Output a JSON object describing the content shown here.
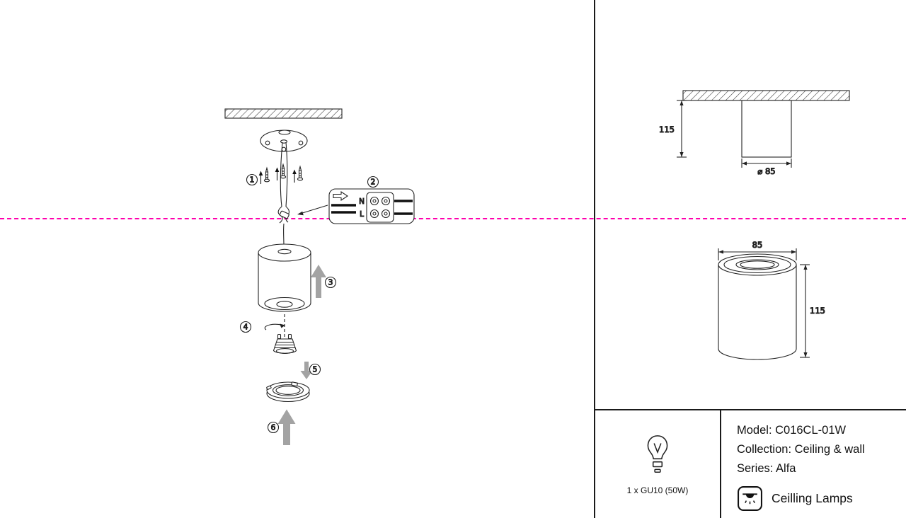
{
  "colors": {
    "cut_line": "#ff00ae"
  },
  "assembly": {
    "steps": {
      "s1": "1",
      "s2": "2",
      "s3": "3",
      "s4": "4",
      "s5": "5",
      "s6": "6"
    },
    "terminal": {
      "n": "N",
      "l": "L"
    }
  },
  "dimensions": {
    "side_view": {
      "height": "115",
      "diameter": "⌀ 85"
    },
    "front_view": {
      "width": "85",
      "height": "115"
    }
  },
  "info": {
    "bulb": "1 x GU10 (50W)",
    "model": "Model: C016CL-01W",
    "collection": "Collection: Ceiling & wall",
    "series": "Series: Alfa",
    "category": "Ceilling Lamps"
  }
}
